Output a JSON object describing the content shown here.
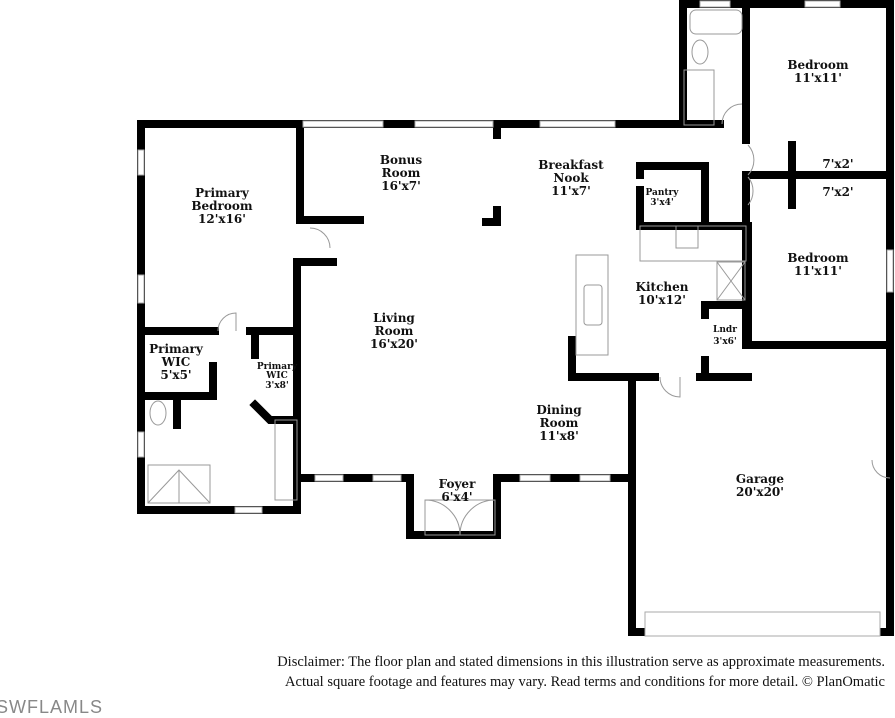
{
  "rooms": {
    "primary_bedroom": {
      "name1": "Primary",
      "name2": "Bedroom",
      "dims": "12'x16'"
    },
    "bonus_room": {
      "name1": "Bonus",
      "name2": "Room",
      "dims": "16'x7'"
    },
    "breakfast_nook": {
      "name1": "Breakfast",
      "name2": "Nook",
      "dims": "11'x7'"
    },
    "pantry": {
      "name": "Pantry",
      "dims": "3'x4'"
    },
    "bedroom_1": {
      "name": "Bedroom",
      "dims": "11'x11'"
    },
    "closet_1": {
      "dims": "7'x2'"
    },
    "closet_2": {
      "dims": "7'x2'"
    },
    "bedroom_2": {
      "name": "Bedroom",
      "dims": "11'x11'"
    },
    "kitchen": {
      "name": "Kitchen",
      "dims": "10'x12'"
    },
    "laundry": {
      "name": "Lndr",
      "dims": "3'x6'"
    },
    "living_room": {
      "name1": "Living",
      "name2": "Room",
      "dims": "16'x20'"
    },
    "primary_wic_1": {
      "name1": "Primary",
      "name2": "WIC",
      "dims": "5'x5'"
    },
    "primary_wic_2": {
      "name1": "Primary",
      "name2": "WIC",
      "dims": "3'x8'"
    },
    "dining_room": {
      "name1": "Dining",
      "name2": "Room",
      "dims": "11'x8'"
    },
    "foyer": {
      "name": "Foyer",
      "dims": "6'x4'"
    },
    "garage": {
      "name": "Garage",
      "dims": "20'x20'"
    }
  },
  "disclaimer": {
    "line1": "Disclaimer: The floor plan and stated dimensions in this illustration serve as approximate measurements.",
    "line2": "Actual square footage and features may vary. Read terms and conditions for more detail. © PlanOmatic"
  },
  "watermark": "SWFLAMLS"
}
